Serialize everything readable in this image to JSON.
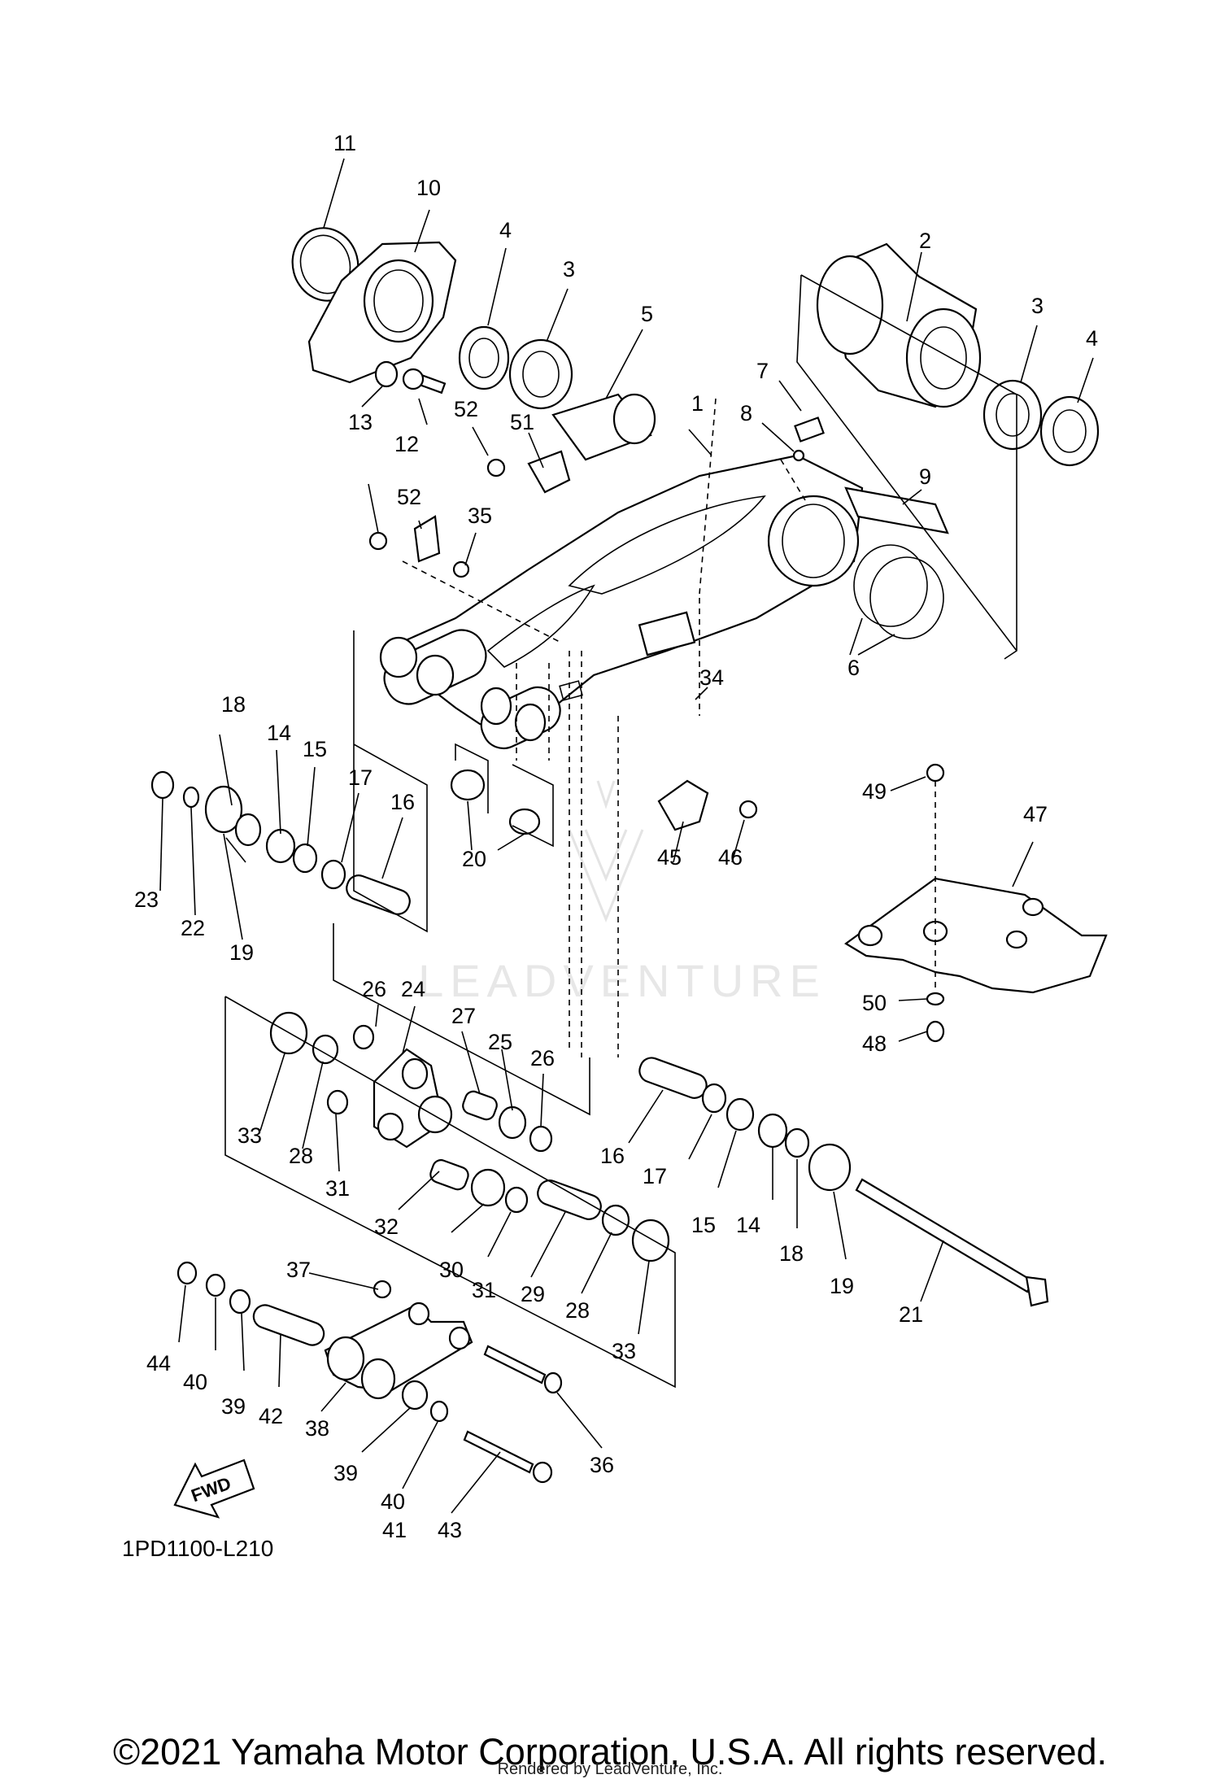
{
  "diagram": {
    "code": "1PD1100-L210",
    "fwd_label": "FWD",
    "watermark": "LEADVENTURE",
    "copyright": "©2021 Yamaha Motor Corporation, U.S.A. All rights reserved.",
    "rendered_by": "Rendered by LeadVenture, Inc."
  },
  "callouts": [
    "1",
    "2",
    "3",
    "3",
    "4",
    "4",
    "5",
    "6",
    "7",
    "8",
    "9",
    "10",
    "11",
    "12",
    "13",
    "14",
    "14",
    "15",
    "15",
    "16",
    "16",
    "17",
    "17",
    "18",
    "18",
    "19",
    "19",
    "20",
    "21",
    "22",
    "23",
    "24",
    "25",
    "26",
    "26",
    "27",
    "28",
    "28",
    "29",
    "30",
    "31",
    "31",
    "32",
    "33",
    "33",
    "34",
    "35",
    "36",
    "37",
    "38",
    "39",
    "39",
    "40",
    "40",
    "41",
    "42",
    "43",
    "44",
    "45",
    "46",
    "47",
    "48",
    "49",
    "50",
    "51",
    "52",
    "52"
  ]
}
